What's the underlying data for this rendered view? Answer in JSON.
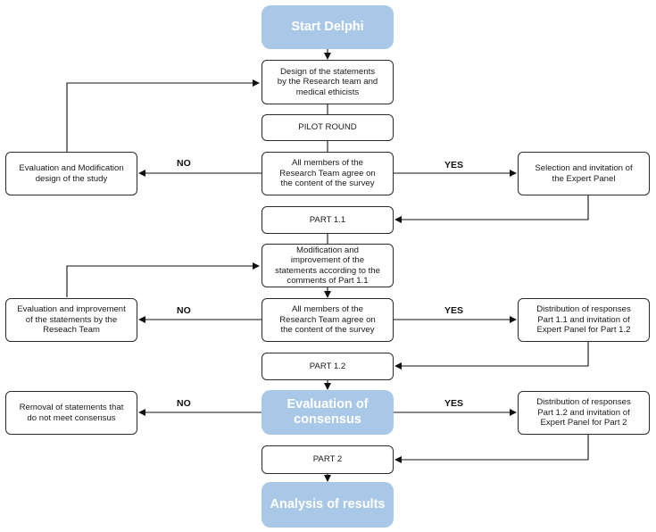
{
  "colors": {
    "highlight_fill": "#a9c8e8",
    "highlight_text": "#ffffff",
    "box_border": "#2b2b2b",
    "line": "#111111"
  },
  "nodes": {
    "start": "Start Delphi",
    "design": "Design of the statements\nby the Research team and\nmedical ethicists",
    "pilot": "PILOT ROUND",
    "agree1": "All members of the\nResearch Team agree on\nthe content of the survey",
    "eval_mod": "Evaluation and Modification\ndesign of the study",
    "selection": "Selection and invitation of\nthe Expert Panel",
    "part11": "PART 1.1",
    "modification": "Modification and\nimprovement of the\nstatements according to the\ncomments of Part 1.1",
    "agree2": "All members of the\nResearch Team agree on\nthe content of the survey",
    "eval_impr": "Evaluation and improvement\nof the statements by the\nReseach Team",
    "dist1": "Distribution of responses\nPart 1.1 and invitation of\nExpert Panel for Part 1.2",
    "part12": "PART 1.2",
    "consensus": "Evaluation of\nconsensus",
    "removal": "Removal of statements that\ndo not meet consensus",
    "dist2": "Distribution of responses\nPart 1.2 and invitation of\nExpert Panel for Part 2",
    "part2": "PART 2",
    "analysis": "Analysis of results"
  },
  "edge_labels": {
    "no": "NO",
    "yes": "YES"
  }
}
